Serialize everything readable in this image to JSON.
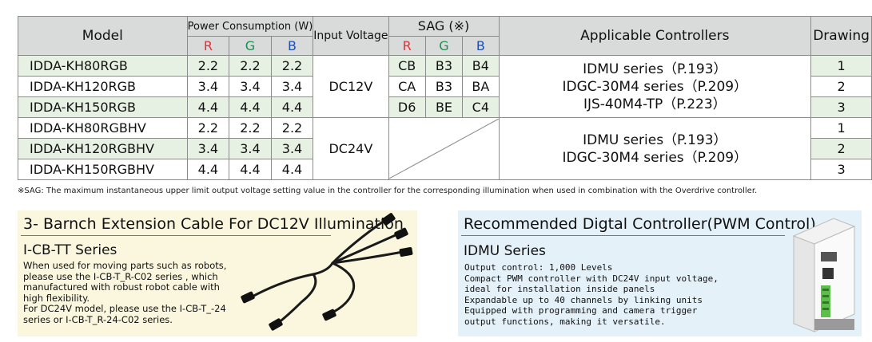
{
  "table": {
    "headers": {
      "model": "Model",
      "power": "Power Consumption (W)",
      "voltage": "Input Voltage",
      "sag": "SAG (※)",
      "controllers": "Applicable Controllers",
      "drawing": "Drawing",
      "r": "R",
      "g": "G",
      "b": "B"
    },
    "colors": {
      "r": "#e0323a",
      "g": "#14934a",
      "b": "#1e4fae",
      "header_bg": "#d9dbda",
      "stripe": "#e7f1e3"
    },
    "rows": [
      {
        "model": "IDDA-KH80RGB",
        "r": "2.2",
        "g": "2.2",
        "b": "2.2",
        "sag_r": "CB",
        "sag_g": "B3",
        "sag_b": "B4",
        "drawing": "1"
      },
      {
        "model": "IDDA-KH120RGB",
        "r": "3.4",
        "g": "3.4",
        "b": "3.4",
        "sag_r": "CA",
        "sag_g": "B3",
        "sag_b": "BA",
        "drawing": "2"
      },
      {
        "model": "IDDA-KH150RGB",
        "r": "4.4",
        "g": "4.4",
        "b": "4.4",
        "sag_r": "D6",
        "sag_g": "BE",
        "sag_b": "C4",
        "drawing": "3"
      },
      {
        "model": "IDDA-KH80RGBHV",
        "r": "2.2",
        "g": "2.2",
        "b": "2.2",
        "drawing": "1"
      },
      {
        "model": "IDDA-KH120RGBHV",
        "r": "3.4",
        "g": "3.4",
        "b": "3.4",
        "drawing": "2"
      },
      {
        "model": "IDDA-KH150RGBHV",
        "r": "4.4",
        "g": "4.4",
        "b": "4.4",
        "drawing": "3"
      }
    ],
    "groups": [
      {
        "voltage": "DC12V",
        "controllers": [
          "IDMU series（P.193）",
          "IDGC-30M4 series（P.209）",
          "IJS-40M4-TP（P.223）"
        ]
      },
      {
        "voltage": "DC24V",
        "controllers": [
          "IDMU series（P.193）",
          "IDGC-30M4 series（P.209）"
        ]
      }
    ]
  },
  "note": "※SAG: The maximum instantaneous upper limit output voltage setting value in the controller for the corresponding illumination when used in combination with the Overdrive controller.",
  "cable_panel": {
    "title": "3- Barnch Extension Cable For DC12V Illumination",
    "subtitle": "I-CB-TT Series",
    "lines": [
      "When used for moving parts such as robots,",
      "please use the I-CB-T_R-C02 series , which",
      "manufactured with robust robot cable with",
      "high flexibility.",
      "For DC24V model, please use the I-CB-T_-24",
      "series or I-CB-T_R-24-C02 series."
    ]
  },
  "controller_panel": {
    "title": "Recommended Digtal Controller(PWM Control)",
    "subtitle": "IDMU Series",
    "lines": [
      "Output control: 1,000 Levels",
      "Compact PWM controller with DC24V input voltage,",
      "ideal for installation inside panels",
      "Expandable up to 40 channels by linking units",
      "Equipped with programming and camera trigger",
      "output functions, making it versatile."
    ]
  }
}
